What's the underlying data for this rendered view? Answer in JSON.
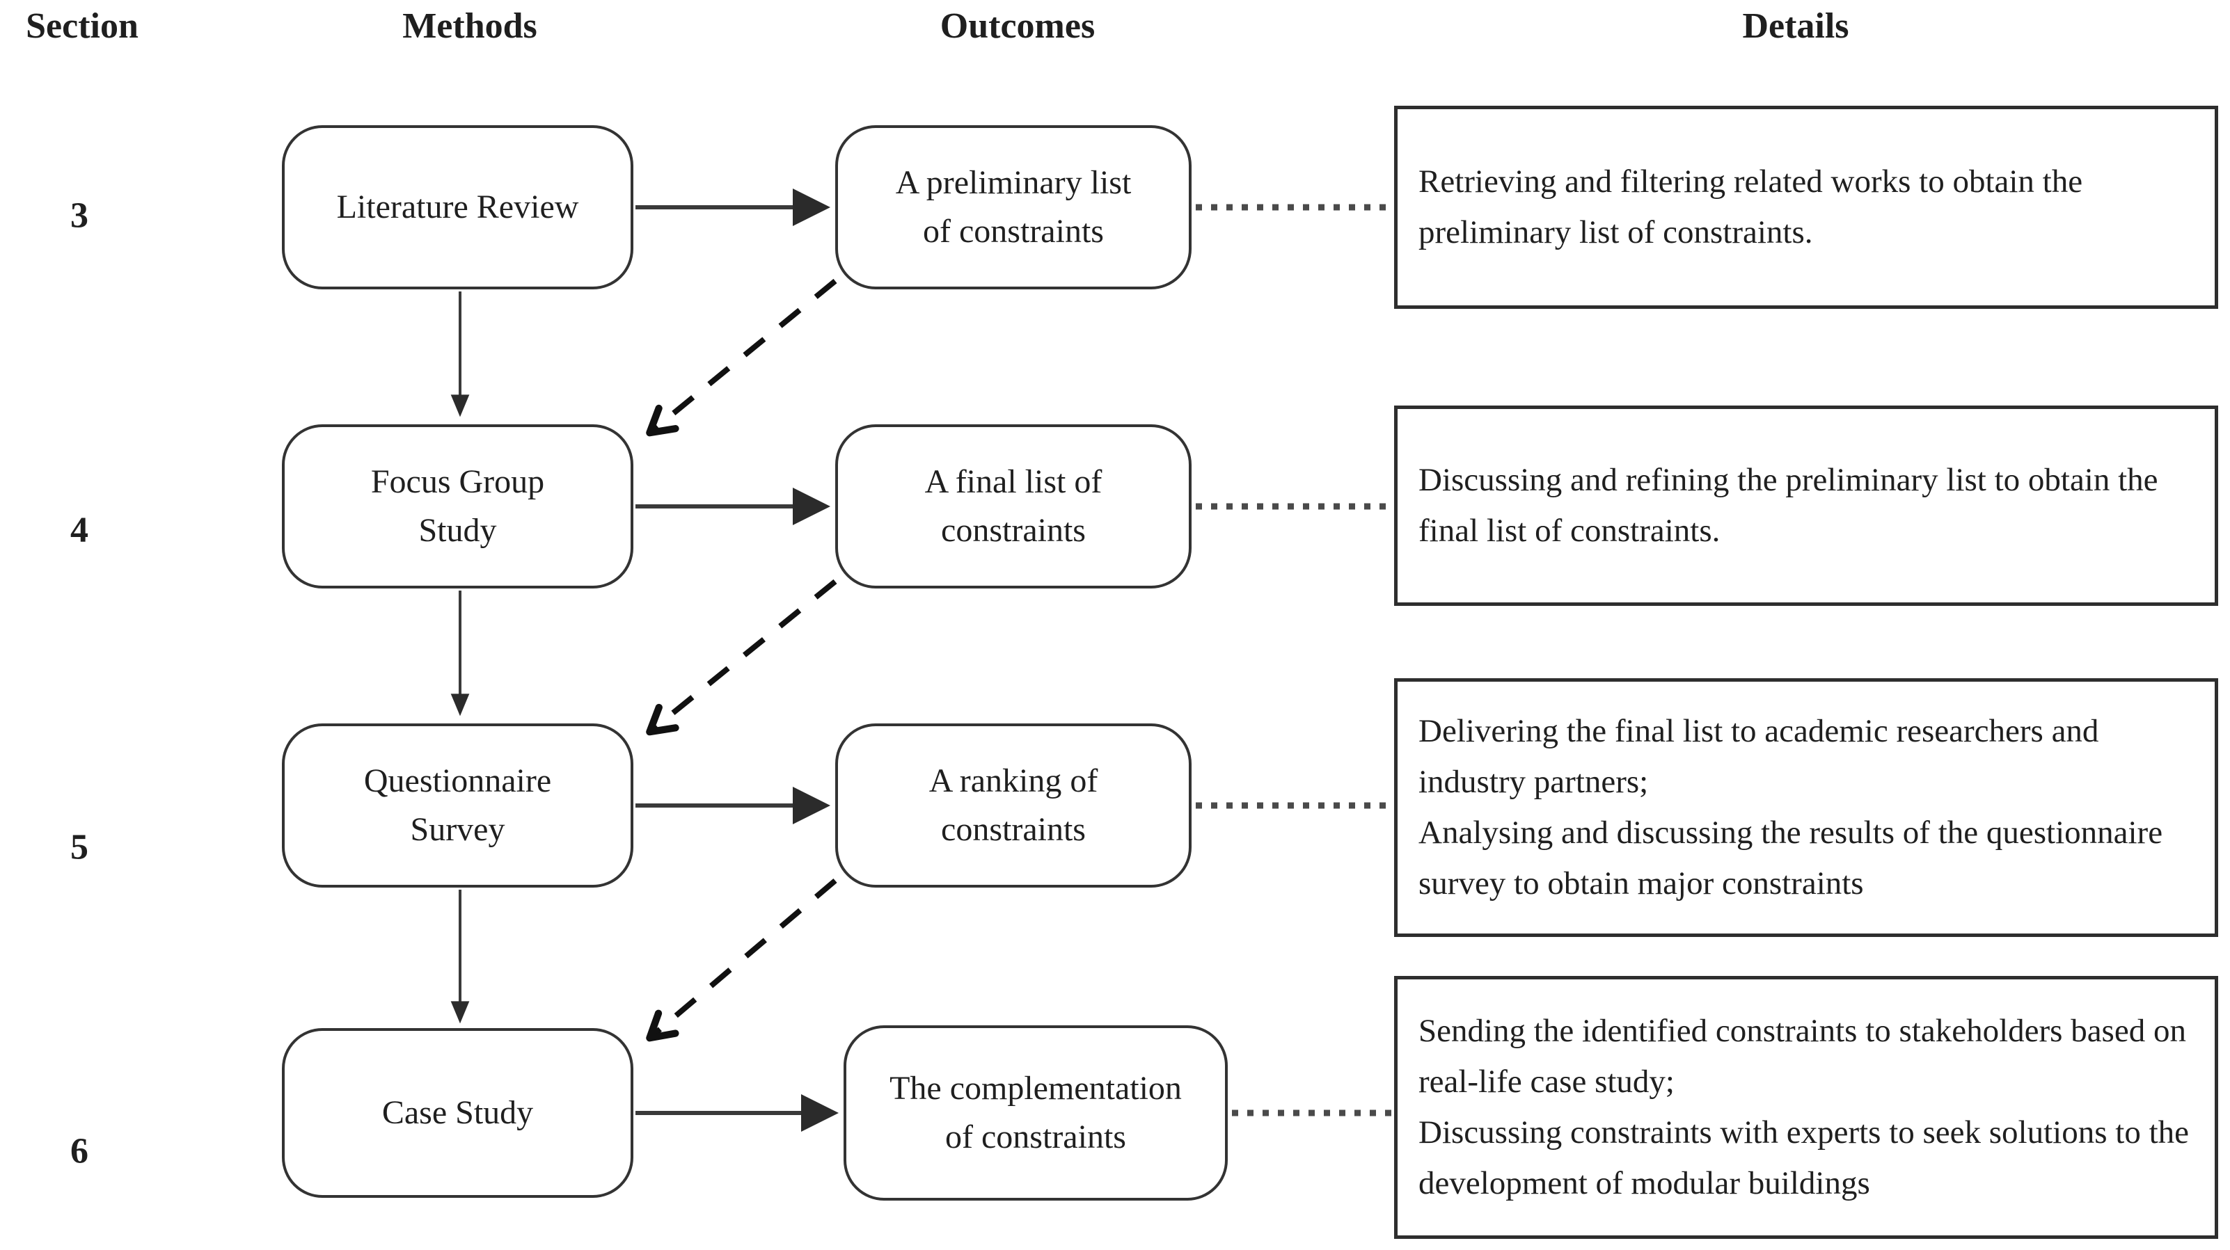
{
  "headers": {
    "section": "Section",
    "methods": "Methods",
    "outcomes": "Outcomes",
    "details": "Details"
  },
  "rows": [
    {
      "section": "3",
      "method": "Literature Review",
      "outcome": "A preliminary list\nof constraints",
      "detail": "Retrieving and filtering related works to obtain the preliminary list of constraints."
    },
    {
      "section": "4",
      "method": "Focus Group\nStudy",
      "outcome": "A final list of\nconstraints",
      "detail": "Discussing and refining the preliminary list to obtain the final list of constraints."
    },
    {
      "section": "5",
      "method": "Questionnaire\nSurvey",
      "outcome": "A ranking of\nconstraints",
      "detail": "Delivering the final list to academic researchers and industry partners;\nAnalysing and discussing the results of the questionnaire survey to obtain major constraints"
    },
    {
      "section": "6",
      "method": "Case Study",
      "outcome": "The complementation\nof constraints",
      "detail": "Sending the identified constraints to stakeholders based on real-life case study;\nDiscussing constraints with experts to seek solutions to the development of modular buildings"
    }
  ],
  "colors": {
    "text": "#1f1f1f",
    "node_border": "#333333",
    "detail_border": "#2e2e2e",
    "solid_line": "#3a3a3a",
    "dashed_line": "#111111",
    "dotted_line": "#4a4a4a",
    "background": "#ffffff"
  }
}
